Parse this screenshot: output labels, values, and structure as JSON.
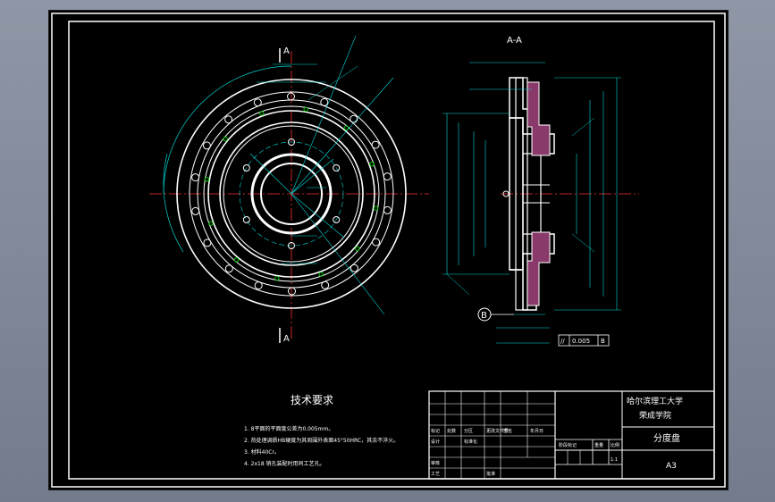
{
  "drawing": {
    "section_title": "A-A",
    "section_marker": "A",
    "datum_label": "B",
    "geometric_tolerance": {
      "symbol": "//",
      "value": "0.005",
      "datum": "B"
    }
  },
  "notes": {
    "title": "技术要求",
    "lines": [
      "1. 8平面的平面度公差为0.005mm。",
      "2. 热处理调质HB硬度为其周围外表面45°50HRC，其余不淬火。",
      "3. 材料40Cr。",
      "4. 2x18 销孔装配时用同工艺孔。"
    ]
  },
  "title_block": {
    "university": "哈尔滨理工大学",
    "college": "荣成学院",
    "part_name": "分度盘",
    "sheet_size": "A3",
    "scale": "1:1",
    "row_labels": [
      "标记",
      "处数",
      "分区",
      "更改文件号",
      "签名",
      "年月日"
    ],
    "row_labels2": [
      "设计",
      "标准化",
      "阶段标记",
      "重量",
      "比例"
    ],
    "row_labels3": [
      "审核",
      "工艺",
      "批准"
    ]
  }
}
